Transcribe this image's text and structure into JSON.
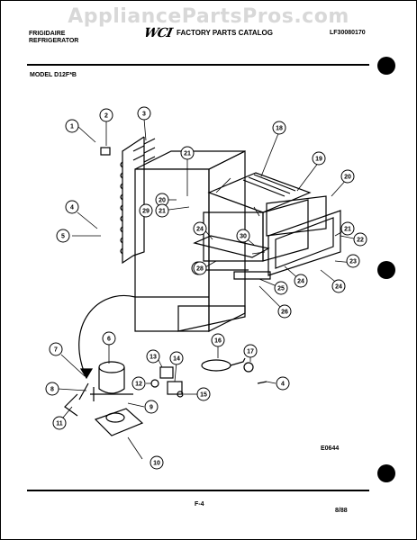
{
  "watermark": "AppliancePartsPros.com",
  "header": {
    "brand_line1": "FRIGIDAIRE",
    "brand_line2": "REFRIGERATOR",
    "logo": "WCI",
    "catalog_title": "FACTORY PARTS CATALOG",
    "catalog_code": "LF30080170",
    "model": "MODEL D12F*B"
  },
  "diagram": {
    "callouts": [
      "1",
      "2",
      "3",
      "4",
      "5",
      "6",
      "7",
      "8",
      "9",
      "10",
      "11",
      "12",
      "13",
      "14",
      "15",
      "16",
      "17",
      "4",
      "18",
      "19",
      "20",
      "21",
      "20",
      "21",
      "22",
      "23",
      "24",
      "24",
      "24",
      "24",
      "25",
      "26",
      "27",
      "28",
      "29",
      "30",
      "21",
      "15"
    ],
    "drawing_code": "E0644"
  },
  "footer": {
    "page": "F-4",
    "date": "8/88"
  },
  "colors": {
    "ink": "#000000",
    "watermark": "#d8d8d8",
    "paper": "#ffffff"
  }
}
